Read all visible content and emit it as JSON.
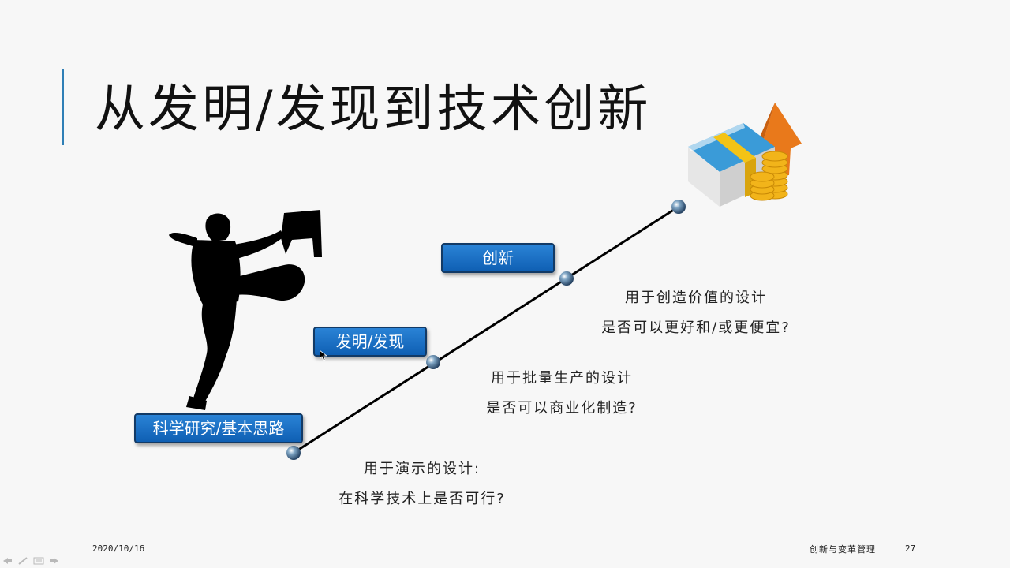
{
  "slide": {
    "title": "从发明/发现到技术创新",
    "stages": [
      {
        "label": "科学研究/基本思路",
        "desc_line1": "用于演示的设计:",
        "desc_line2": "在科学技术上是否可行?"
      },
      {
        "label": "发明/发现",
        "desc_line1": "用于批量生产的设计",
        "desc_line2": "是否可以商业化制造?"
      },
      {
        "label": "创新",
        "desc_line1": "用于创造价值的设计",
        "desc_line2": "是否可以更好和/或更便宜?"
      }
    ],
    "footer": {
      "date": "2020/10/16",
      "course": "创新与变革管理",
      "page": "27"
    }
  },
  "icons": {
    "silhouette": "jumping-businessman-silhouette-icon",
    "reward": "money-stack-and-coins-icon"
  },
  "colors": {
    "accent": "#2f7fb6",
    "button": "#1a6fc4",
    "line": "#000000"
  }
}
